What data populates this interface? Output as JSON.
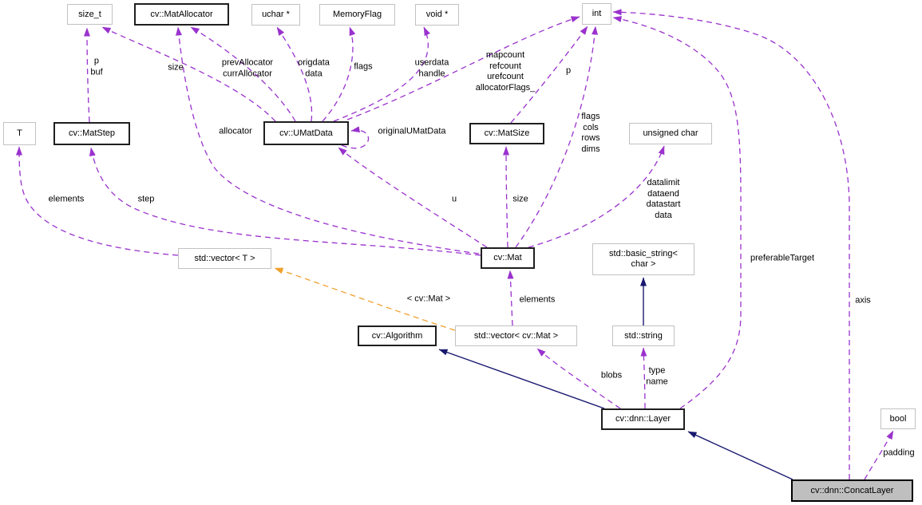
{
  "colors": {
    "usage_edge": "#9a32cd",
    "template_edge": "#f0a02e",
    "inheritance_edge": "#191970",
    "linked_node_border": "#1f1f1f",
    "external_node_border": "#c2c2c2",
    "current_node_fill": "#bfbfbf",
    "text": "#000000",
    "background": "#ffffff"
  },
  "nodes": {
    "size_t": {
      "label": "size_t"
    },
    "mat_allocator": {
      "label": "cv::MatAllocator"
    },
    "uchar_ptr": {
      "label": "uchar *"
    },
    "memory_flag": {
      "label": "MemoryFlag"
    },
    "void_ptr": {
      "label": "void *"
    },
    "int_type": {
      "label": "int"
    },
    "t": {
      "label": "T"
    },
    "mat_step": {
      "label": "cv::MatStep"
    },
    "umat_data": {
      "label": "cv::UMatData"
    },
    "mat_size": {
      "label": "cv::MatSize"
    },
    "unsigned_char": {
      "label": "unsigned char"
    },
    "vector_t": {
      "label": "std::vector< T >"
    },
    "mat": {
      "label": "cv::Mat"
    },
    "basic_string": {
      "label": "std::basic_string<\nchar >"
    },
    "algorithm": {
      "label": "cv::Algorithm"
    },
    "vector_mat": {
      "label": "std::vector< cv::Mat >"
    },
    "string": {
      "label": "std::string"
    },
    "layer": {
      "label": "cv::dnn::Layer"
    },
    "bool_type": {
      "label": "bool"
    },
    "concat_layer": {
      "label": "cv::dnn::ConcatLayer"
    }
  },
  "edge_labels": {
    "p_buf": "p\nbuf",
    "size_umatdata": "size",
    "prev_curr_allocator": "prevAllocator\ncurrAllocator",
    "origdata_data": "origdata\ndata",
    "flags_memory": "flags",
    "userdata_handle": "userdata\nhandle",
    "umatdata_int": "mapcount\nrefcount\nurefcount\nallocatorFlags_",
    "p_matsize": "p",
    "mat_int": "flags\ncols\nrows\ndims",
    "allocator": "allocator",
    "original_umatdata": "originalUMatData",
    "elements_t": "elements",
    "step": "step",
    "u": "u",
    "size_matsize": "size",
    "mat_uchar": "datalimit\ndataend\ndatastart\ndata",
    "preferable_target": "preferableTarget",
    "axis": "axis",
    "template_arg": "< cv::Mat >",
    "elements_mat": "elements",
    "blobs": "blobs",
    "type_name": "type\nname",
    "padding": "padding"
  }
}
